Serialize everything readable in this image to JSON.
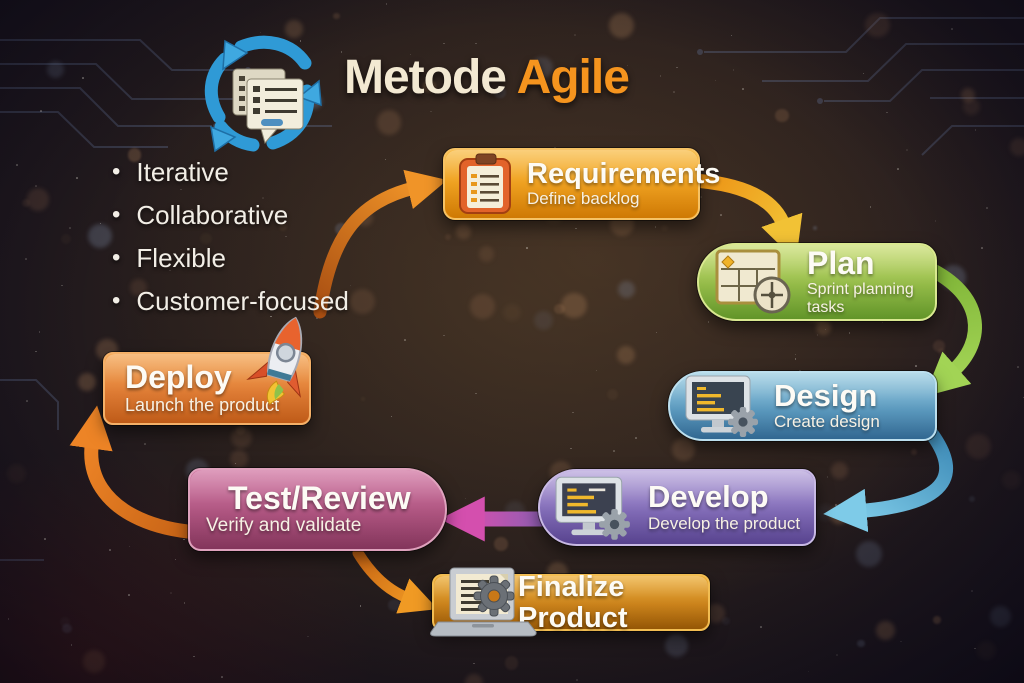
{
  "title": {
    "word1": "Metode",
    "word2": "Agile",
    "word1_color": "#f3e9d2",
    "word2_color": "#f5941e"
  },
  "header_icon": "cycle-documents-icon",
  "features": [
    "Iterative",
    "Collaborative",
    "Flexible",
    "Customer-focused"
  ],
  "nodes": [
    {
      "id": "requirements",
      "label": "Requirements",
      "sublabel": "Define backlog",
      "icon": "clipboard-icon",
      "color": "#ef9c14"
    },
    {
      "id": "plan",
      "label": "Plan",
      "sublabel": "Sprint planning tasks",
      "icon": "planning-board-icon",
      "color": "#8fb93f"
    },
    {
      "id": "design",
      "label": "Design",
      "sublabel": "Create design",
      "icon": "monitor-gear-icon",
      "color": "#5597be"
    },
    {
      "id": "develop",
      "label": "Develop",
      "sublabel": "Develop the product",
      "icon": "monitor-gear-icon",
      "color": "#7c65b5"
    },
    {
      "id": "test",
      "label": "Test/Review",
      "sublabel": "Verify and validate",
      "icon": "",
      "color": "#ab4c7a"
    },
    {
      "id": "deploy",
      "label": "Deploy",
      "sublabel": "Launch the product",
      "icon": "rocket-icon",
      "color": "#e0772b"
    },
    {
      "id": "finalize",
      "label": "Finalize Product",
      "sublabel": "",
      "icon": "laptop-gear-icon",
      "color": "#c97d10"
    }
  ],
  "arrows": [
    {
      "from": "deploy",
      "to": "requirements",
      "color": "#f09428"
    },
    {
      "from": "requirements",
      "to": "plan",
      "color": "#f2b735"
    },
    {
      "from": "plan",
      "to": "design",
      "color": "#a2d455"
    },
    {
      "from": "design",
      "to": "develop",
      "color": "#7ecbe8"
    },
    {
      "from": "develop",
      "to": "test",
      "color": "#d44fae"
    },
    {
      "from": "test",
      "to": "finalize",
      "color": "#f09a24"
    },
    {
      "from": "test",
      "to": "deploy",
      "color": "#ed8426"
    }
  ],
  "background_color": "#1c1620"
}
